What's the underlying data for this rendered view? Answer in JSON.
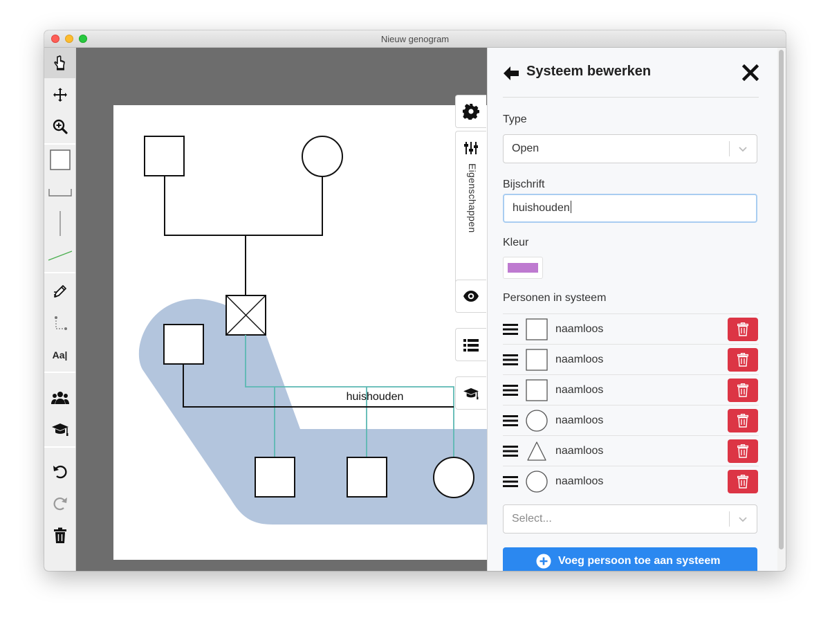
{
  "window": {
    "title": "Nieuw genogram"
  },
  "toolbar": {
    "tools": [
      "hand-pointer-icon",
      "move-icon",
      "zoom-in-icon",
      "square-shape-icon",
      "bracket-icon",
      "vertical-line-icon",
      "green-line-icon",
      "pen-icon",
      "connector-icon",
      "text-tool-icon",
      "group-icon",
      "graduation-cap-icon",
      "undo-icon",
      "redo-icon",
      "trash-icon"
    ],
    "text_tool_label": "Aa|"
  },
  "side_tabs": {
    "properties_label": "Eigenschappen"
  },
  "diagram": {
    "system_label": "huishouden",
    "household_color": "#b3c5dd",
    "link_color": "#5bb8b2"
  },
  "panel": {
    "title": "Systeem bewerken",
    "type": {
      "label": "Type",
      "value": "Open"
    },
    "caption": {
      "label": "Bijschrift",
      "value": "huishouden"
    },
    "color": {
      "label": "Kleur",
      "value": "#be7ad0"
    },
    "persons": {
      "label": "Personen in systeem",
      "items": [
        {
          "name": "naamloos",
          "symbol": "square"
        },
        {
          "name": "naamloos",
          "symbol": "square"
        },
        {
          "name": "naamloos",
          "symbol": "square"
        },
        {
          "name": "naamloos",
          "symbol": "circle"
        },
        {
          "name": "naamloos",
          "symbol": "triangle"
        },
        {
          "name": "naamloos",
          "symbol": "circle"
        }
      ]
    },
    "add_select": {
      "placeholder": "Select..."
    },
    "add_button_label": "Voeg persoon toe aan systeem",
    "delete_color": "#dc3545",
    "primary_color": "#2b88f0"
  }
}
